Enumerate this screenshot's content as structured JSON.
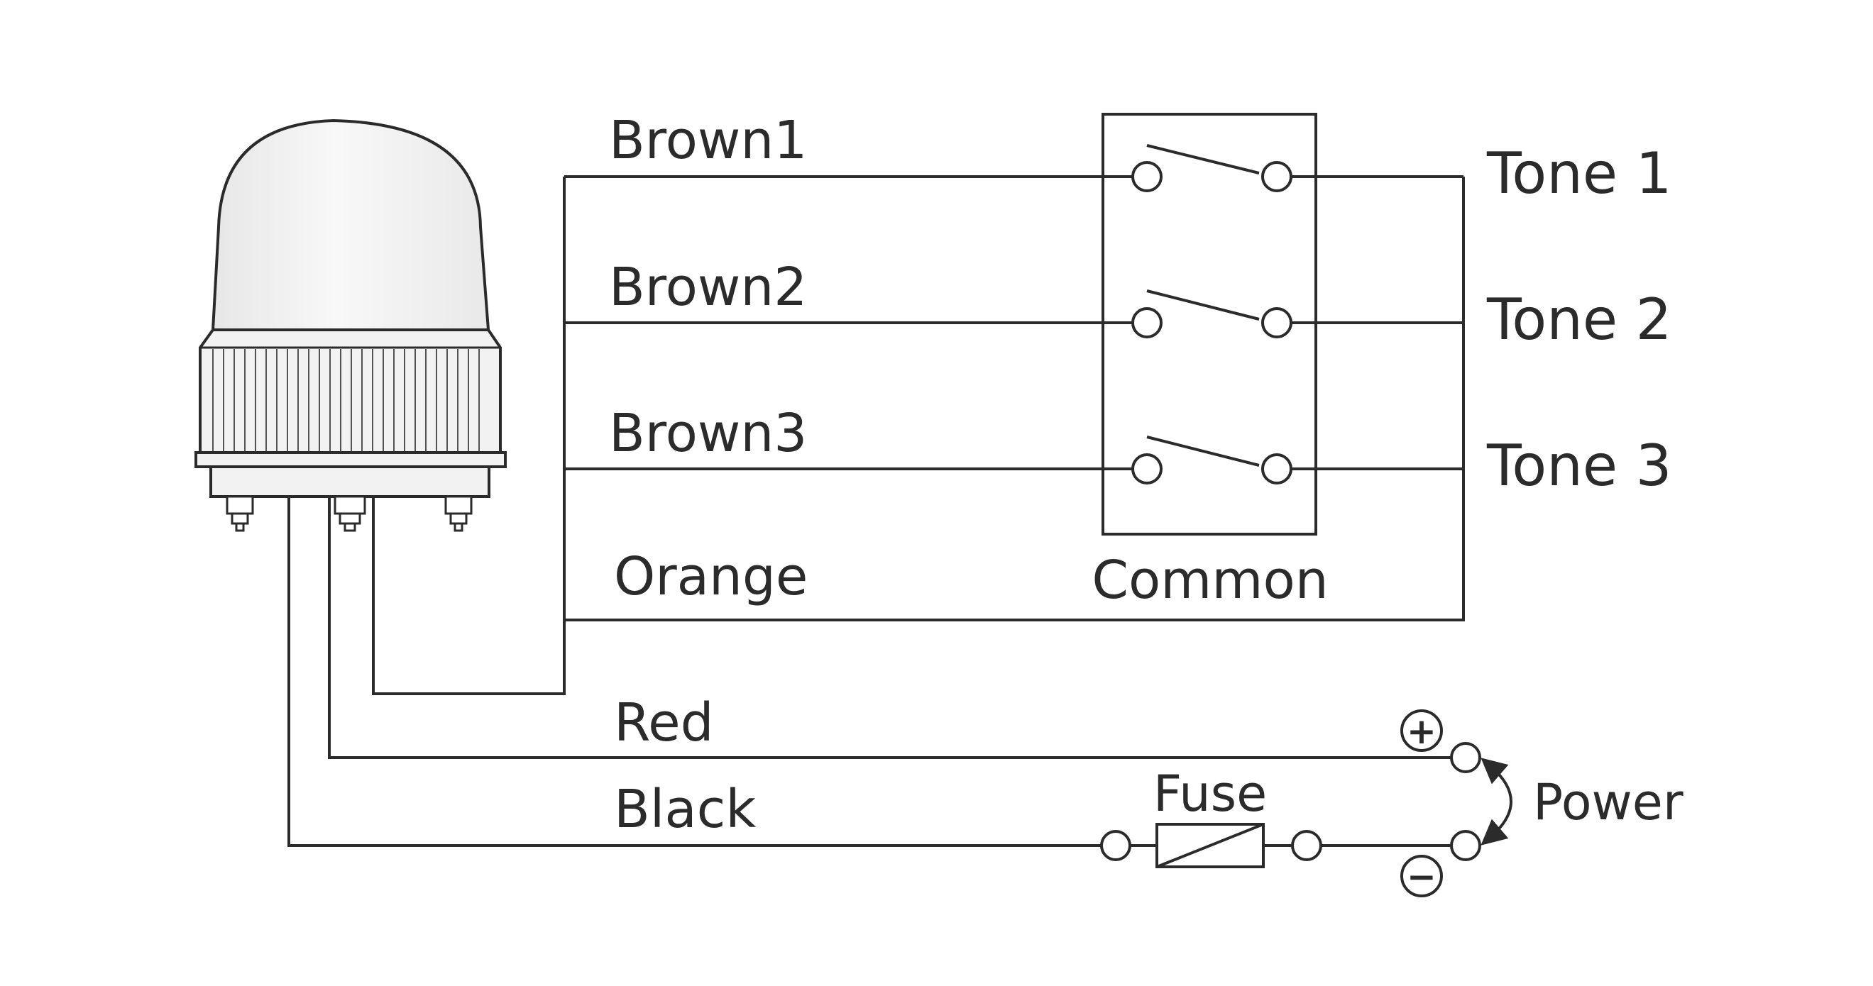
{
  "wires": {
    "brown1": "Brown1",
    "brown2": "Brown2",
    "brown3": "Brown3",
    "orange": "Orange",
    "red": "Red",
    "black": "Black"
  },
  "switch_block": {
    "label": "Common"
  },
  "tones": {
    "tone1": "Tone 1",
    "tone2": "Tone 2",
    "tone3": "Tone 3"
  },
  "fuse": {
    "label": "Fuse"
  },
  "power": {
    "label": "Power",
    "plus": "+",
    "minus": "−"
  },
  "colors": {
    "line": "#2b2b2b",
    "dome_fill": "#f4f4f4",
    "background": "#ffffff"
  }
}
